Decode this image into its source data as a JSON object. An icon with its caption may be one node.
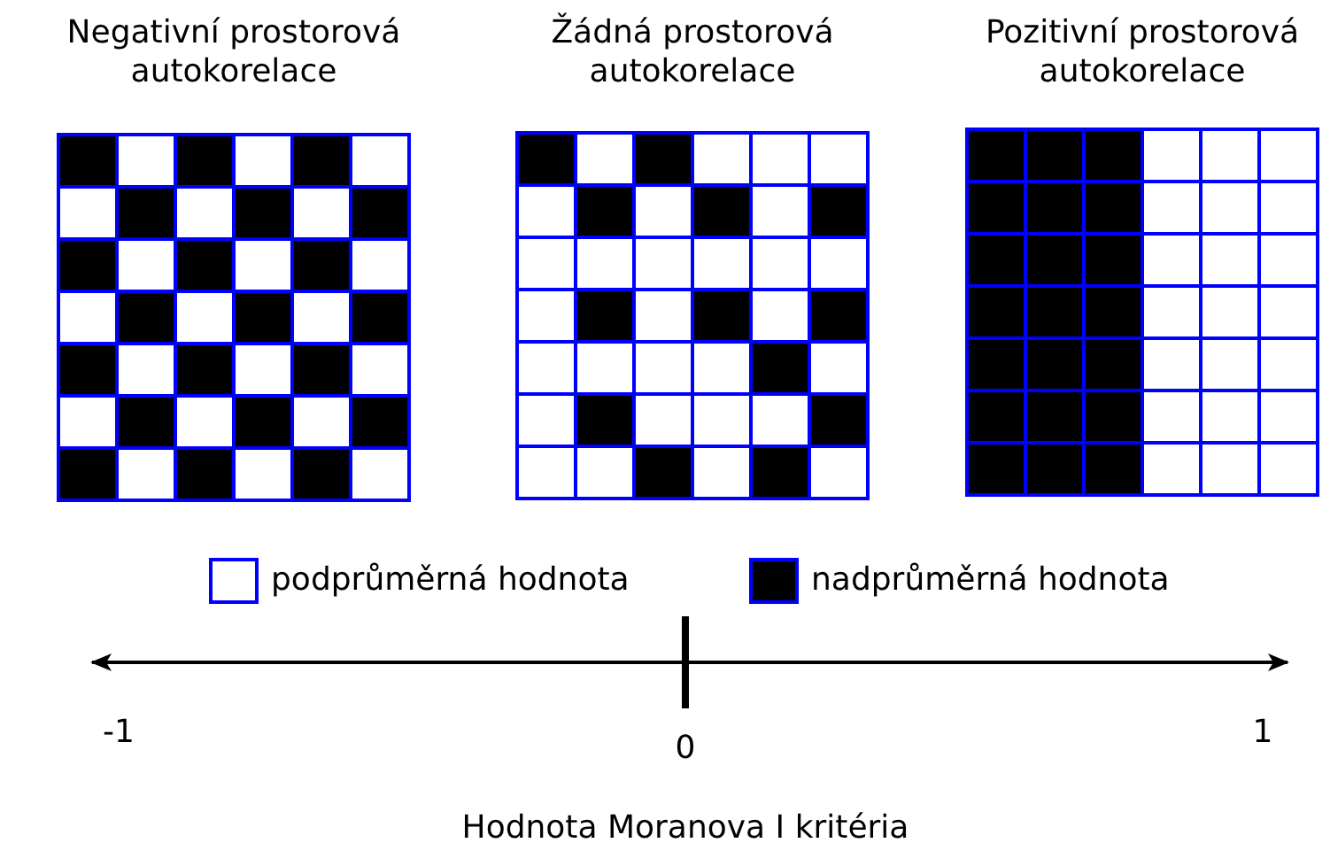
{
  "diagram": {
    "labels": [
      "Negativní prostorová autokorelace",
      "Žádná prostorová autokorelace",
      "Pozitivní prostorová autokorelace",
      "-1",
      "0",
      "1",
      "Hodnota Moranova I kritéria"
    ],
    "legend": [
      {
        "text": "podprůměrná hodnota",
        "color": "#ffffff"
      },
      {
        "text": "nadprůměrná hodnota",
        "color": "#000000"
      }
    ]
  }
}
